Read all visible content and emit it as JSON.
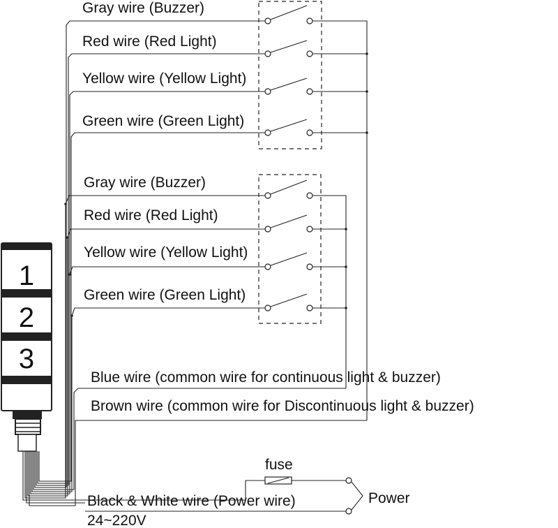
{
  "diagram": {
    "group_a": {
      "labels": [
        "Gray wire (Buzzer)",
        "Red wire (Red Light)",
        "Yellow wire (Yellow Light)",
        "Green wire (Green Light)"
      ]
    },
    "group_b": {
      "labels": [
        "Gray wire (Buzzer)",
        "Red wire (Red Light)",
        "Yellow wire (Yellow Light)",
        "Green wire (Green Light)"
      ]
    },
    "blue_wire": "Blue wire (common wire for continuous light & buzzer)",
    "brown_wire": "Brown wire (common wire for Discontinuous light & buzzer)",
    "tower_levels": [
      "1",
      "2",
      "3"
    ],
    "power_wire": "Black & White wire (Power wire)",
    "voltage": "24~220V",
    "fuse": "fuse",
    "power": "Power"
  }
}
